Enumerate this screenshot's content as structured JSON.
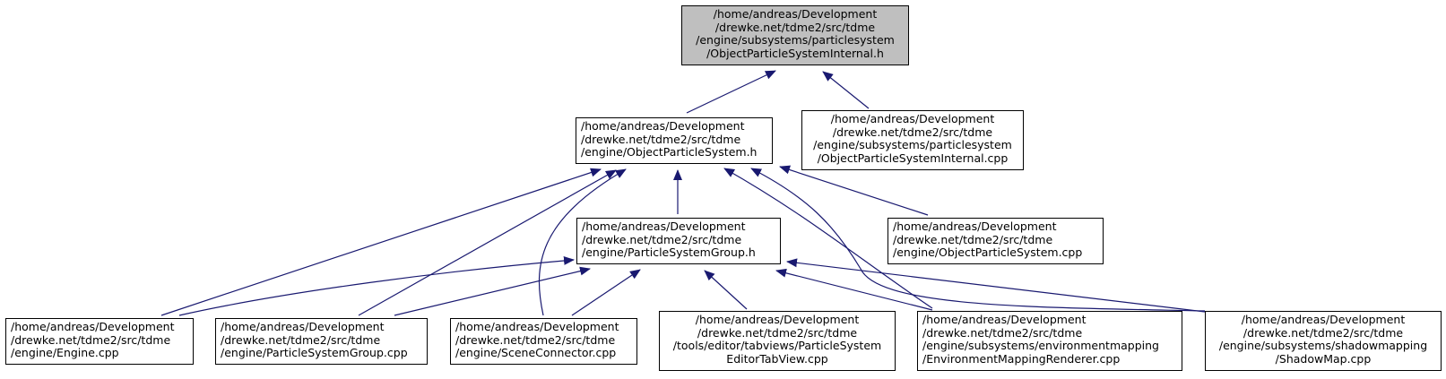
{
  "graph": {
    "colors": {
      "edge": "#191970",
      "root_fill": "#bfbfbf",
      "node_fill": "#ffffff",
      "border": "#000000"
    },
    "nodes": {
      "root": {
        "lines": [
          "/home/andreas/Development",
          "/drewke.net/tdme2/src/tdme",
          "/engine/subsystems/particlesystem",
          "/ObjectParticleSystemInternal.h"
        ]
      },
      "ops_h": {
        "lines": [
          "/home/andreas/Development",
          "/drewke.net/tdme2/src/tdme",
          "/engine/ObjectParticleSystem.h"
        ]
      },
      "opsi_cpp": {
        "lines": [
          "/home/andreas/Development",
          "/drewke.net/tdme2/src/tdme",
          "/engine/subsystems/particlesystem",
          "/ObjectParticleSystemInternal.cpp"
        ]
      },
      "psg_h": {
        "lines": [
          "/home/andreas/Development",
          "/drewke.net/tdme2/src/tdme",
          "/engine/ParticleSystemGroup.h"
        ]
      },
      "ops_cpp": {
        "lines": [
          "/home/andreas/Development",
          "/drewke.net/tdme2/src/tdme",
          "/engine/ObjectParticleSystem.cpp"
        ]
      },
      "engine_cpp": {
        "lines": [
          "/home/andreas/Development",
          "/drewke.net/tdme2/src/tdme",
          "/engine/Engine.cpp"
        ]
      },
      "psg_cpp": {
        "lines": [
          "/home/andreas/Development",
          "/drewke.net/tdme2/src/tdme",
          "/engine/ParticleSystemGroup.cpp"
        ]
      },
      "scene_cpp": {
        "lines": [
          "/home/andreas/Development",
          "/drewke.net/tdme2/src/tdme",
          "/engine/SceneConnector.cpp"
        ]
      },
      "editor_cpp": {
        "lines": [
          "/home/andreas/Development",
          "/drewke.net/tdme2/src/tdme",
          "/tools/editor/tabviews/ParticleSystem",
          "EditorTabView.cpp"
        ]
      },
      "envmap_cpp": {
        "lines": [
          "/home/andreas/Development",
          "/drewke.net/tdme2/src/tdme",
          "/engine/subsystems/environmentmapping",
          "/EnvironmentMappingRenderer.cpp"
        ]
      },
      "shadow_cpp": {
        "lines": [
          "/home/andreas/Development",
          "/drewke.net/tdme2/src/tdme",
          "/engine/subsystems/shadowmapping",
          "/ShadowMap.cpp"
        ]
      }
    },
    "edges": [
      {
        "from": "ops_h",
        "to": "root"
      },
      {
        "from": "opsi_cpp",
        "to": "root"
      },
      {
        "from": "psg_h",
        "to": "ops_h"
      },
      {
        "from": "ops_cpp",
        "to": "ops_h"
      },
      {
        "from": "engine_cpp",
        "to": "ops_h"
      },
      {
        "from": "psg_cpp",
        "to": "ops_h"
      },
      {
        "from": "scene_cpp",
        "to": "ops_h"
      },
      {
        "from": "envmap_cpp",
        "to": "ops_h"
      },
      {
        "from": "shadow_cpp",
        "to": "ops_h"
      },
      {
        "from": "engine_cpp",
        "to": "psg_h"
      },
      {
        "from": "psg_cpp",
        "to": "psg_h"
      },
      {
        "from": "scene_cpp",
        "to": "psg_h"
      },
      {
        "from": "editor_cpp",
        "to": "psg_h"
      },
      {
        "from": "envmap_cpp",
        "to": "psg_h"
      },
      {
        "from": "shadow_cpp",
        "to": "psg_h"
      }
    ]
  }
}
